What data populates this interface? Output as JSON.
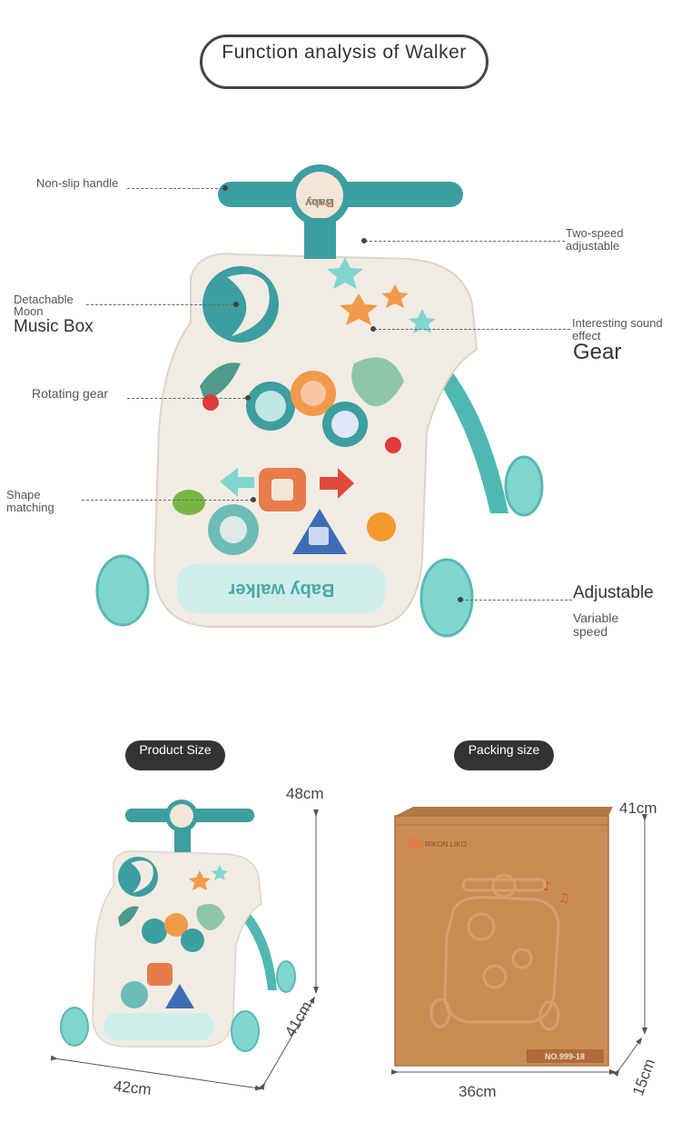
{
  "title": "Function analysis of Walker",
  "callouts": {
    "non_slip_handle": "Non-slip handle",
    "two_speed_line1": "Two-speed",
    "two_speed_line2": "adjustable",
    "detachable_line1": "Detachable",
    "detachable_line2": "Moon",
    "music_box": "Music Box",
    "sound_line1": "Interesting sound",
    "sound_line2": "effect",
    "gear": "Gear",
    "rotating_gear": "Rotating gear",
    "shape_line1": "Shape",
    "shape_line2": "matching",
    "adjustable": "Adjustable",
    "variable_line1": "Variable",
    "variable_line2": "speed"
  },
  "product_size": {
    "label": "Product Size",
    "height": "48cm",
    "depth": "41cm",
    "width": "42cm"
  },
  "packing_size": {
    "label": "Packing size",
    "height": "41cm",
    "depth": "15cm",
    "width": "36cm",
    "box_brand": "RIKON LIKO",
    "box_model": "NO.999-18"
  },
  "toy_print": {
    "brand_top": "Baby",
    "brand_bottom": "Walker",
    "front_text": "Baby walker"
  },
  "colors": {
    "teal": "#3d9ea0",
    "mint": "#7fd6cf",
    "body": "#f1ece3",
    "cardboard": "#c98d54",
    "dark_pill": "#333333"
  }
}
